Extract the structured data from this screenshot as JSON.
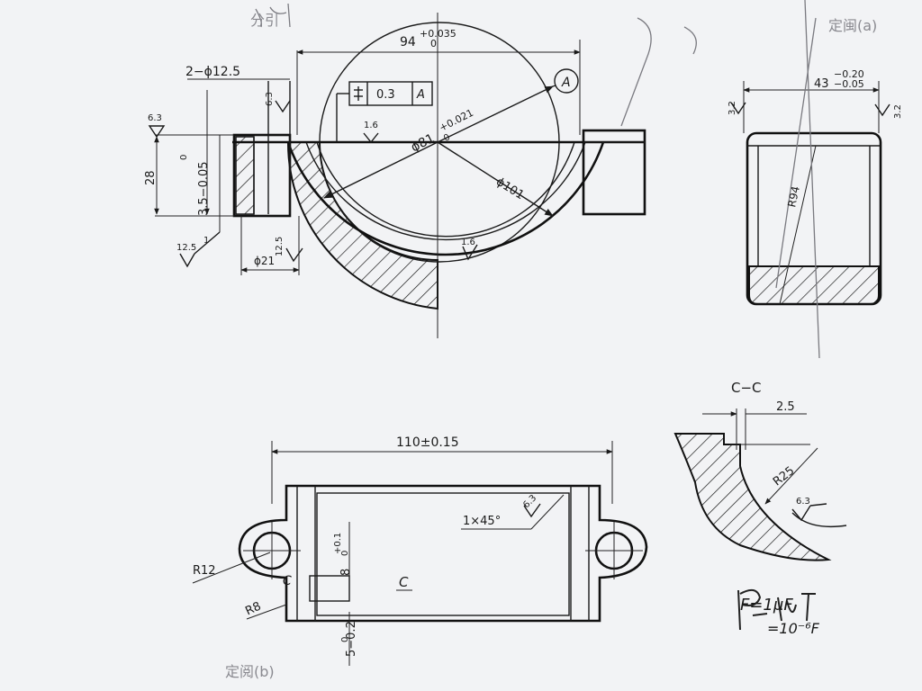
{
  "colors": {
    "paper": "#f2f3f5",
    "ink": "#1a1a1a",
    "pencil": "#7a7a80"
  },
  "front_view": {
    "width_dim": "94",
    "width_tol_upper": "+0.035",
    "width_tol_lower": "0",
    "holes_dim": "2−ϕ12.5",
    "roughness_left": "6.3",
    "roughness_hole": "6.3",
    "height_dim": "28",
    "flange_dim": "3.5−0.05",
    "flange_dim_zero": "0",
    "bore_dim": "ϕ81",
    "bore_tol_upper": "+0.021",
    "bore_tol_lower": "0",
    "outer_dim": "ϕ101",
    "datum_label": "A",
    "fcf_value": "0.3",
    "fcf_datum": "A",
    "roughness_bore": "1.6",
    "roughness_bottom": "1.6",
    "roughness_base": "12.5",
    "roughness_face": "12.5",
    "counterbore_dim": "ϕ21",
    "small_dim": "1"
  },
  "side_view": {
    "width_dim": "43",
    "tol_upper": "−0.20",
    "tol_lower": "−0.05",
    "roughness_left": "3.2",
    "roughness_right": "3.2",
    "radius_label": "R94"
  },
  "top_view": {
    "length_dim": "110±0.15",
    "chamfer_label": "1×45°",
    "roughness": "6.3",
    "radius_r12": "R12",
    "radius_r8": "R8",
    "section_letter_left": "C",
    "section_letter_center": "C",
    "groove_dim": "8",
    "groove_tol_upper": "+0.1",
    "groove_tol_lower": "0",
    "depth_dim": "5−0.2",
    "depth_zero": "0"
  },
  "section_cc": {
    "title": "C−C",
    "dim": "2.5",
    "radius": "R25",
    "roughness": "6.3"
  },
  "handwriting": {
    "top_note": "分引",
    "top_right_note": "定闽(a)",
    "bottom_note": "定阅(b)",
    "formula_line1": "F=1μF",
    "formula_line2": "=10⁻⁶F"
  }
}
